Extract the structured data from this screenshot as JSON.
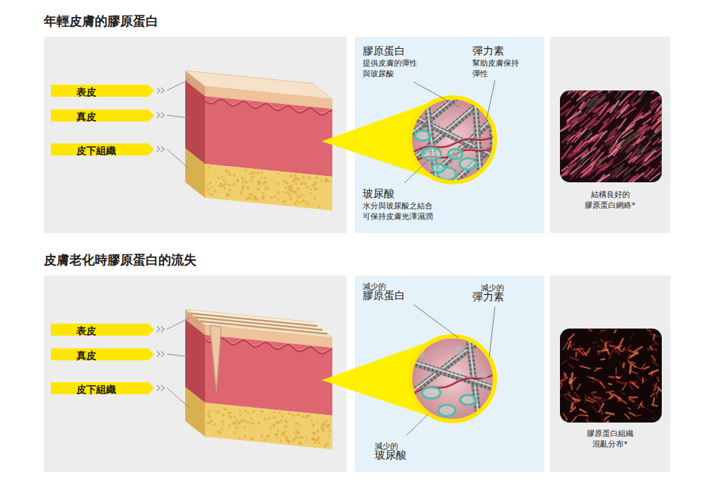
{
  "diagram": {
    "nodes": [
      {
        "text": [
          "年輕皮膚的膠原蛋白"
        ]
      },
      {
        "text": [
          "表皮"
        ],
        "in": 0
      },
      {
        "text": [
          "真皮"
        ],
        "in": 0
      },
      {
        "text": [
          "皮下組織"
        ],
        "in": 0
      },
      {
        "text": [
          "膠原蛋白",
          "提供皮膚的彈性 與玻尿酸",
          "彈力素",
          "幫助皮膚保持 彈性",
          "玻尿酸",
          "水分與玻尿酸之結合 可保持皮膚光澤濕潤"
        ]
      },
      {
        "text": [
          "結構良好的 膠原蛋白網絡*"
        ]
      },
      {
        "text": [
          "皮膚老化時膠原蛋白的流失"
        ]
      },
      {
        "text": [
          "表皮"
        ],
        "in": 6
      },
      {
        "text": [
          "真皮"
        ],
        "in": 6
      },
      {
        "text": [
          "皮下組織"
        ],
        "in": 6
      },
      {
        "text": [
          "減少的",
          "膠原蛋白",
          "減少的",
          "彈力素",
          "減少的",
          "玻尿酸"
        ]
      },
      {
        "text": [
          "膠原蛋白組織 混亂分布*"
        ]
      }
    ]
  }
}
